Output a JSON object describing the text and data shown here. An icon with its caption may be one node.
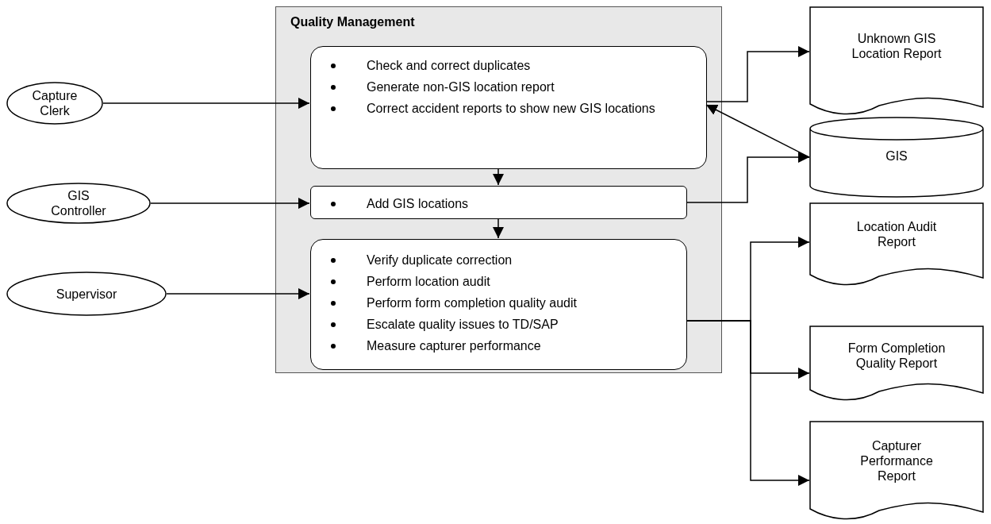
{
  "diagram": {
    "nodes": [
      {
        "text": [
          "Quality Management"
        ]
      },
      {
        "text": [
          "Check and correct duplicates",
          "Generate non-GIS location report",
          "Correct accident reports to show new GIS locations"
        ],
        "in": 0
      },
      {
        "text": [
          "Add GIS locations"
        ],
        "in": 0
      },
      {
        "text": [
          "Verify duplicate correction",
          "Perform location audit",
          "Perform form completion quality audit",
          "Escalate quality issues to TD/SAP",
          "Measure capturer performance"
        ],
        "in": 0
      },
      {
        "text": [
          "Capture Clerk"
        ]
      },
      {
        "text": [
          "GIS Controller"
        ]
      },
      {
        "text": [
          "Supervisor"
        ]
      },
      {
        "text": [
          "Unknown GIS Location Report"
        ]
      },
      {
        "text": [
          "GIS"
        ]
      },
      {
        "text": [
          "Location Audit Report"
        ]
      },
      {
        "text": [
          "Form Completion Quality Report"
        ]
      },
      {
        "text": [
          "Capturer Performance Report"
        ]
      }
    ],
    "edges": [
      {
        "from": 4,
        "to": 1,
        "arrow": "to"
      },
      {
        "from": 5,
        "to": 2,
        "arrow": "to"
      },
      {
        "from": 6,
        "to": 3,
        "arrow": "to"
      },
      {
        "from": 1,
        "to": 2,
        "arrow": "to"
      },
      {
        "from": 2,
        "to": 3,
        "arrow": "to"
      },
      {
        "from": 1,
        "to": 7,
        "arrow": "to"
      },
      {
        "from": 2,
        "to": 8,
        "arrow": "to"
      },
      {
        "from": 8,
        "to": 1,
        "arrow": "to"
      },
      {
        "from": 3,
        "to": 9,
        "arrow": "to"
      },
      {
        "from": 3,
        "to": 10,
        "arrow": "to"
      },
      {
        "from": 3,
        "to": 11,
        "arrow": "to"
      }
    ]
  }
}
